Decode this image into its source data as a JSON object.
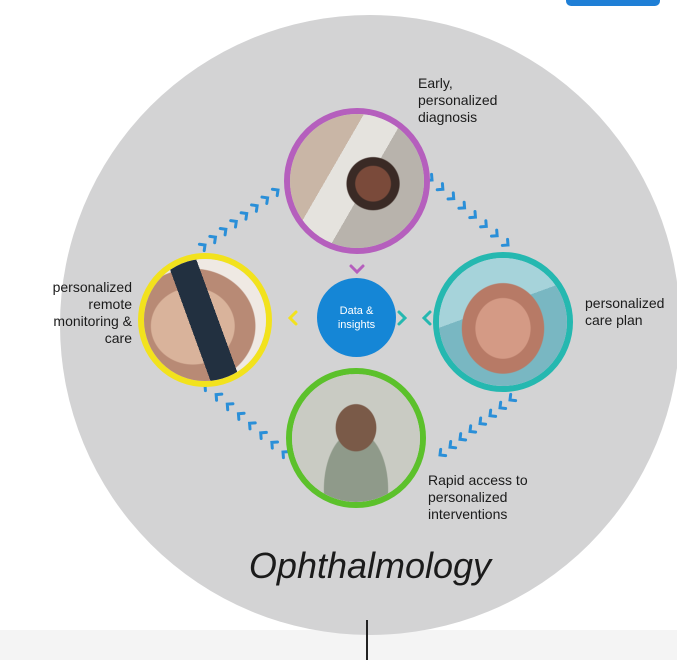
{
  "title": "Ophthalmology",
  "hub": {
    "line1": "Data &",
    "line2": "insights",
    "color": "#1586d6"
  },
  "nodes": {
    "top": {
      "lines": [
        "Early,",
        "personalized",
        "diagnosis"
      ],
      "ring_color": "#b55fbd"
    },
    "left": {
      "lines": [
        "personalized",
        "remote",
        "monitoring &",
        "care"
      ],
      "ring_color": "#f2e21d"
    },
    "right": {
      "lines": [
        "personalized",
        "care plan"
      ],
      "ring_color": "#25b8b0"
    },
    "bottom": {
      "lines": [
        "Rapid access to",
        "personalized",
        "interventions"
      ],
      "ring_color": "#5cc12b"
    }
  },
  "arrow_color": "#2a8fd8",
  "background_circle_color": "#d3d3d4"
}
